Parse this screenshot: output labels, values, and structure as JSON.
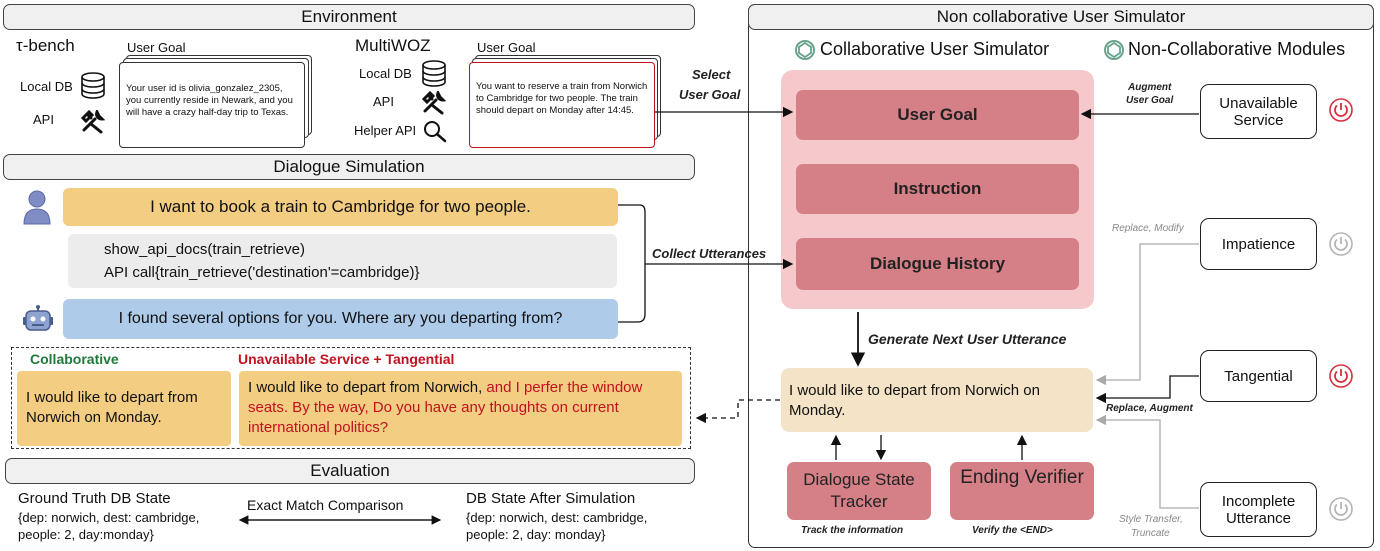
{
  "environment": {
    "header": "Environment",
    "tau": {
      "title": "τ-bench",
      "user_goal_label": "User Goal",
      "local_db": "Local DB",
      "api": "API",
      "goal_text": "Your user id is olivia_gonzalez_2305, you currently reside in Newark, and you will have a crazy half-day trip to Texas."
    },
    "multiwoz": {
      "title": "MultiWOZ",
      "user_goal_label": "User Goal",
      "local_db": "Local DB",
      "api": "API",
      "helper_api": "Helper API",
      "goal_text": "You want to reserve a train from Norwich to Cambridge for two people. The train should depart on Monday after 14:45."
    }
  },
  "dialogue": {
    "header": "Dialogue Simulation",
    "user_msg": "I want to book a train to Cambridge for two people.",
    "api_line1": "show_api_docs(train_retrieve)",
    "api_line2": "API call{train_retrieve('destination'=cambridge)}",
    "bot_msg": "I found several options for you. Where ary you departing from?",
    "collaborative_label": "Collaborative",
    "collaborative_text": "I would like to depart from Norwich on Monday.",
    "unavailable_label": "Unavailable Service + Tangential",
    "unavailable_text_black": "I would like to depart from Norwich,",
    "unavailable_text_red": " and I perfer the window seats. By the way, Do you have any thoughts on current international politics?"
  },
  "evaluation": {
    "header": "Evaluation",
    "gt_title": "Ground Truth DB State",
    "gt_line1": "{dep: norwich, dest: cambridge,",
    "gt_line2": "people: 2, day:monday}",
    "compare": "Exact Match Comparison",
    "sim_title": "DB State After Simulation",
    "sim_line1": "{dep: norwich, dest: cambridge,",
    "sim_line2": "people: 2, day: monday}"
  },
  "simulator": {
    "header": "Non collaborative User Simulator",
    "collab_title": "Collaborative User Simulator",
    "noncollab_title": "Non-Collaborative Modules",
    "user_goal": "User Goal",
    "instruction": "Instruction",
    "history": "Dialogue History",
    "select_goal_1": "Select",
    "select_goal_2": "User Goal",
    "collect": "Collect Utterances",
    "generate": "Generate Next User Utterance",
    "output_text": "I would like to depart from Norwich on Monday.",
    "dst": "Dialogue State Tracker",
    "ending": "Ending Verifier",
    "track": "Track the information",
    "verify": "Verify the <END>",
    "modules": {
      "unavailable": "Unavailable Service",
      "impatience": "Impatience",
      "tangential": "Tangential",
      "incomplete": "Incomplete Utterance"
    },
    "ann_augment_goal_1": "Augment",
    "ann_augment_goal_2": "User Goal",
    "ann_replace_modify": "Replace, Modify",
    "ann_replace_augment": "Replace, Augment",
    "ann_style_1": "Style Transfer,",
    "ann_style_2": "Truncate"
  },
  "colors": {
    "goal_box": "#d57f86",
    "sim_panel": "#f5c9cc",
    "user_bubble": "#f3cd82",
    "bot_bubble": "#aecbea",
    "api_bubble": "#ececec",
    "power_on": "#d62f3d",
    "power_off": "#b5b5b5",
    "red_text": "#c1121f",
    "green_text": "#1f7a3a"
  }
}
